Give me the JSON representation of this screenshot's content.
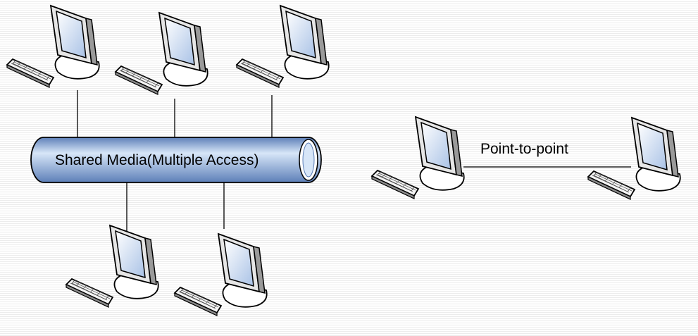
{
  "shared_media": {
    "label": "Shared Media(Multiple Access)",
    "bus_color": "#8fb0e0",
    "bus_highlight": "#d7e6f8"
  },
  "point_to_point": {
    "label": "Point-to-point"
  },
  "computers": {
    "shared_top_count": 3,
    "shared_bottom_count": 2,
    "point_to_point_count": 2
  },
  "colors": {
    "outline": "#000000",
    "screen": "#bcd1ee",
    "case": "#f2f2f2"
  }
}
